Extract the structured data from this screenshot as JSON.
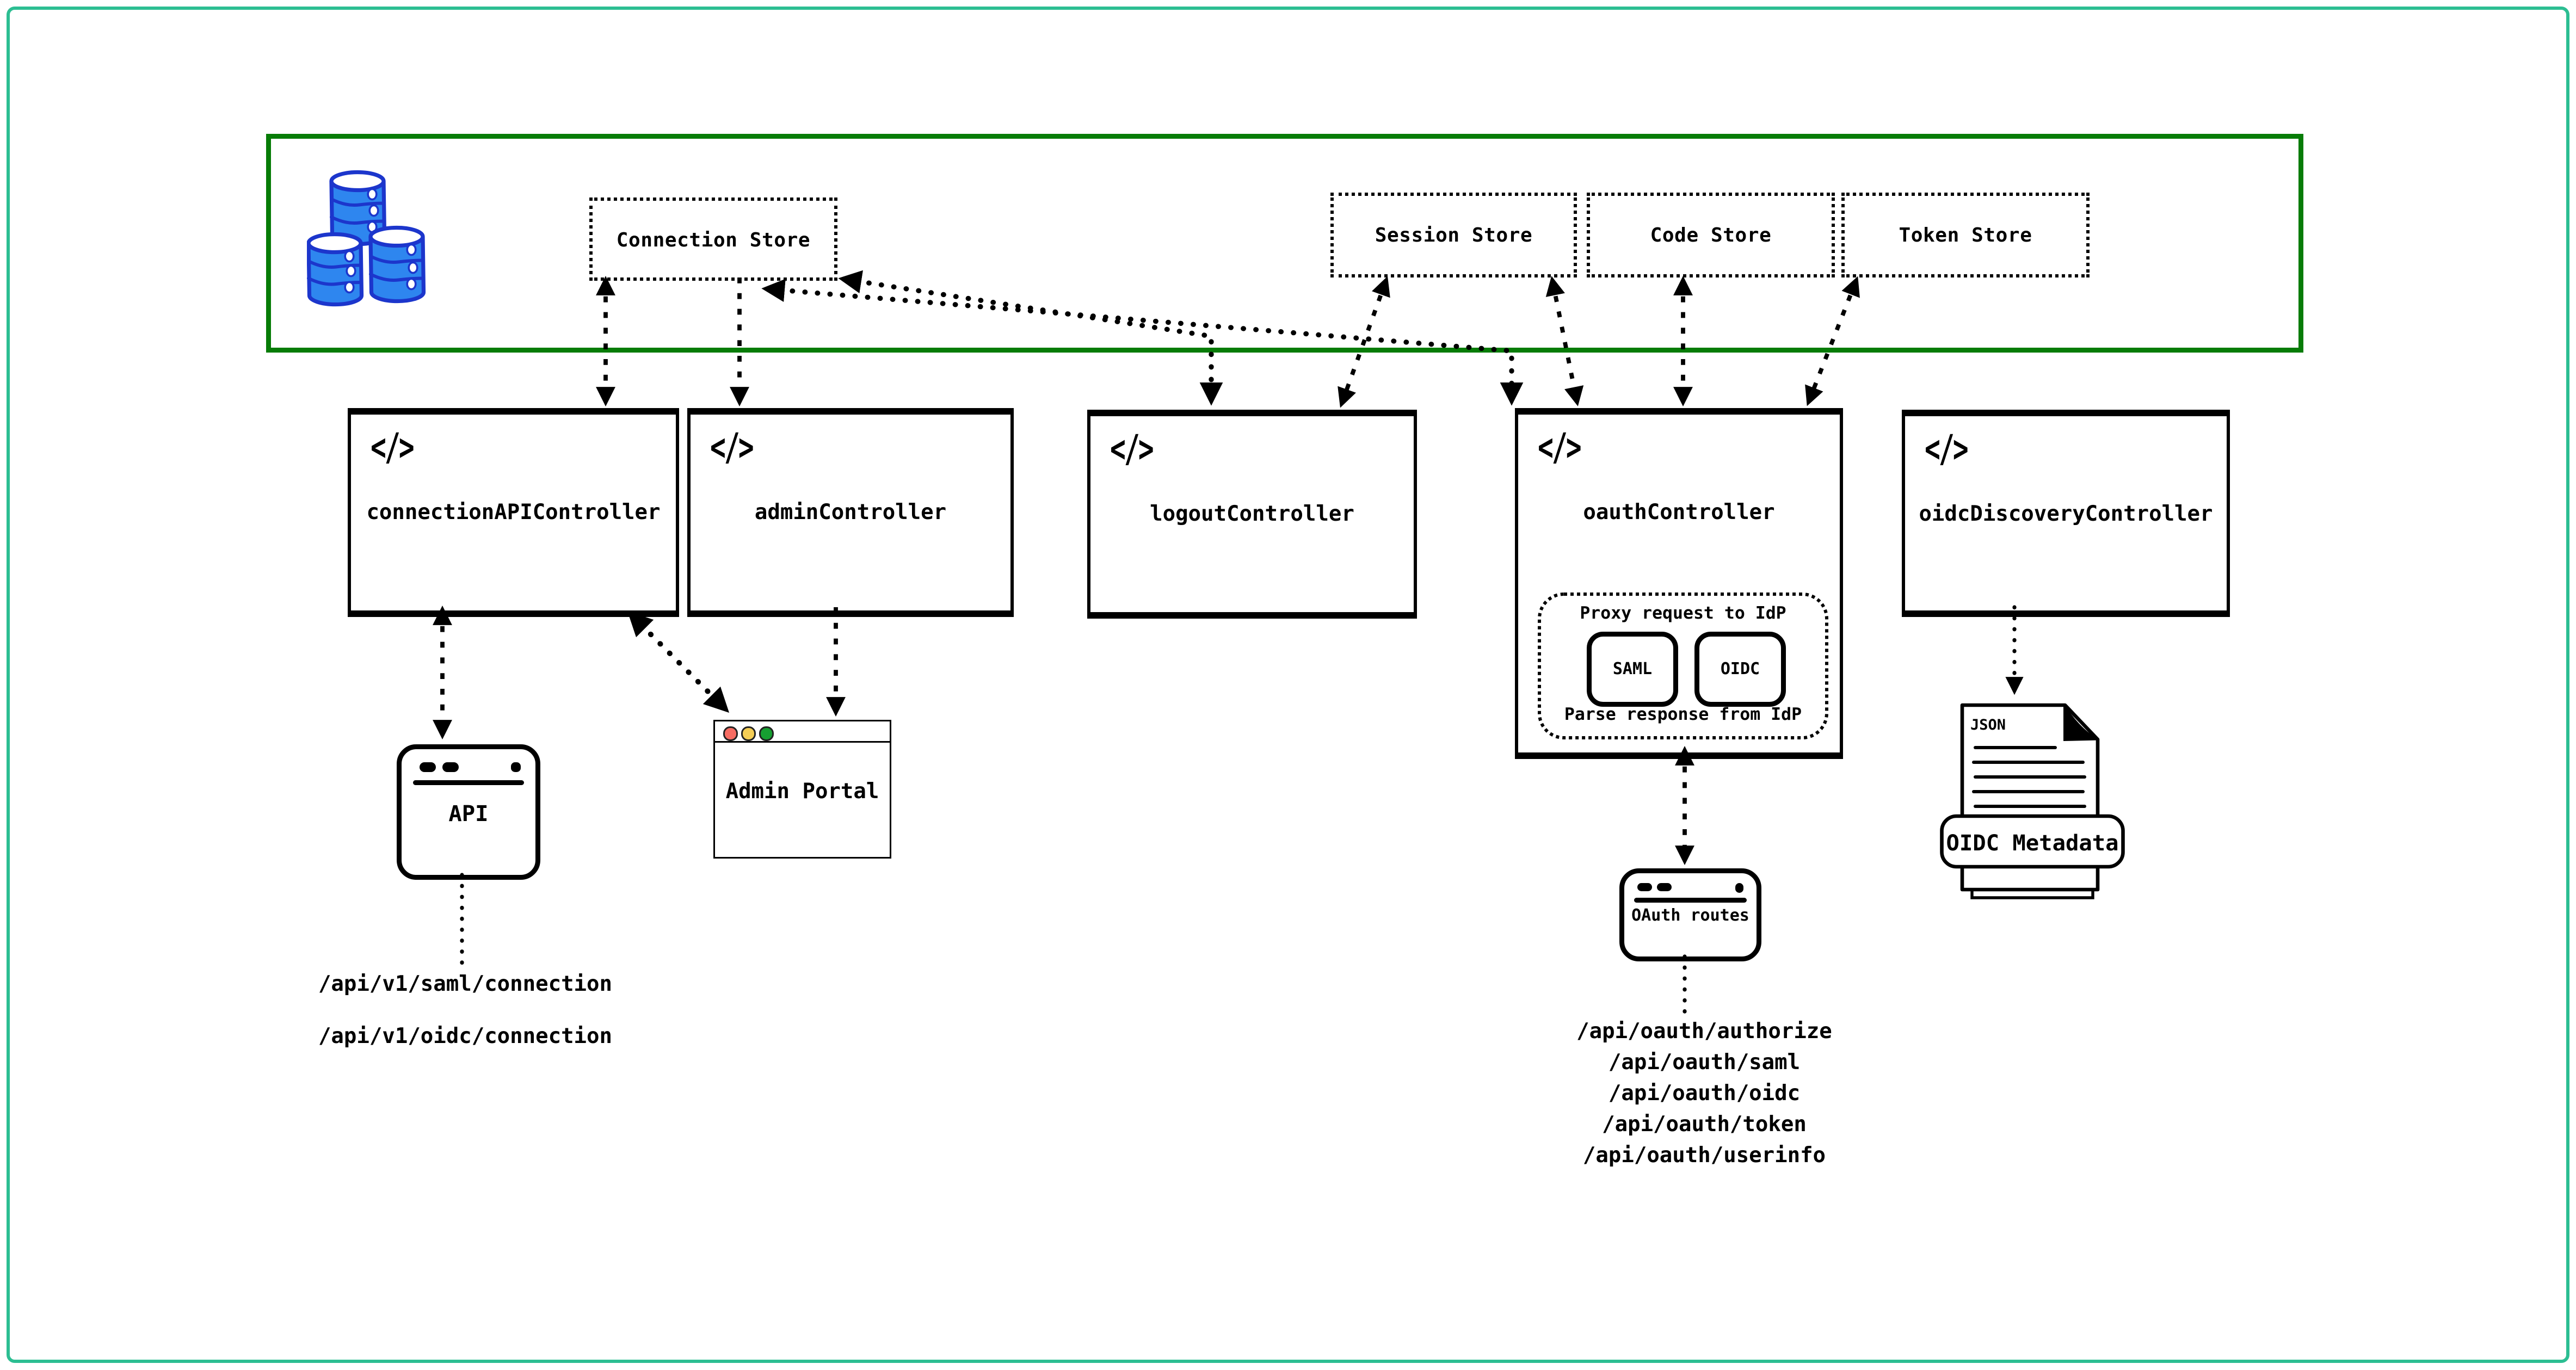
{
  "colors": {
    "frame_teal": "#2cbe92",
    "storage_zone_green": "#077c07",
    "database_blue": "#2e86ef",
    "database_outline": "#1c36cc",
    "portal_dot_red": "#f76c62",
    "portal_dot_yellow": "#f5ce55",
    "portal_dot_green": "#169f31",
    "line_black": "#000000"
  },
  "icons": {
    "code": "</>"
  },
  "storage_zone": {
    "stores": {
      "connection": {
        "label": "Connection Store"
      },
      "session": {
        "label": "Session Store"
      },
      "code": {
        "label": "Code Store"
      },
      "token": {
        "label": "Token Store"
      }
    }
  },
  "controllers": {
    "connection_api": {
      "label": "connectionAPIController"
    },
    "admin": {
      "label": "adminController"
    },
    "logout": {
      "label": "logoutController"
    },
    "oauth": {
      "label": "oauthController",
      "proxy_note": "Proxy request to IdP",
      "saml": "SAML",
      "oidc": "OIDC",
      "parse_note": "Parse response from IdP"
    },
    "oidc_discovery": {
      "label": "oidcDiscoveryController"
    }
  },
  "windows": {
    "api": {
      "label": "API"
    },
    "admin_portal": {
      "label": "Admin Portal"
    },
    "oauth_routes": {
      "label": "OAuth routes"
    }
  },
  "oidc_metadata": {
    "file_type": "JSON",
    "label": "OIDC Metadata"
  },
  "api_paths": [
    "/api/v1/saml/connection",
    "/api/v1/oidc/connection"
  ],
  "oauth_paths": [
    "/api/oauth/authorize",
    "/api/oauth/saml",
    "/api/oauth/oidc",
    "/api/oauth/token",
    "/api/oauth/userinfo"
  ]
}
